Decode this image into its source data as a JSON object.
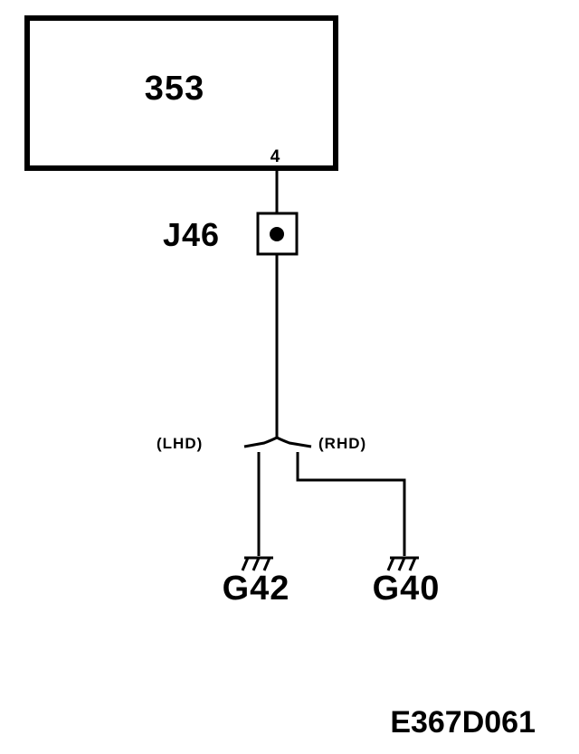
{
  "component": {
    "label": "353",
    "pin": "4"
  },
  "junction": {
    "label": "J46"
  },
  "variants": {
    "left": "(LHD)",
    "right": "(RHD)"
  },
  "grounds": {
    "left": "G42",
    "right": "G40"
  },
  "diagram_code": "E367D061",
  "colors": {
    "ink": "#000000",
    "paper": "#ffffff"
  }
}
